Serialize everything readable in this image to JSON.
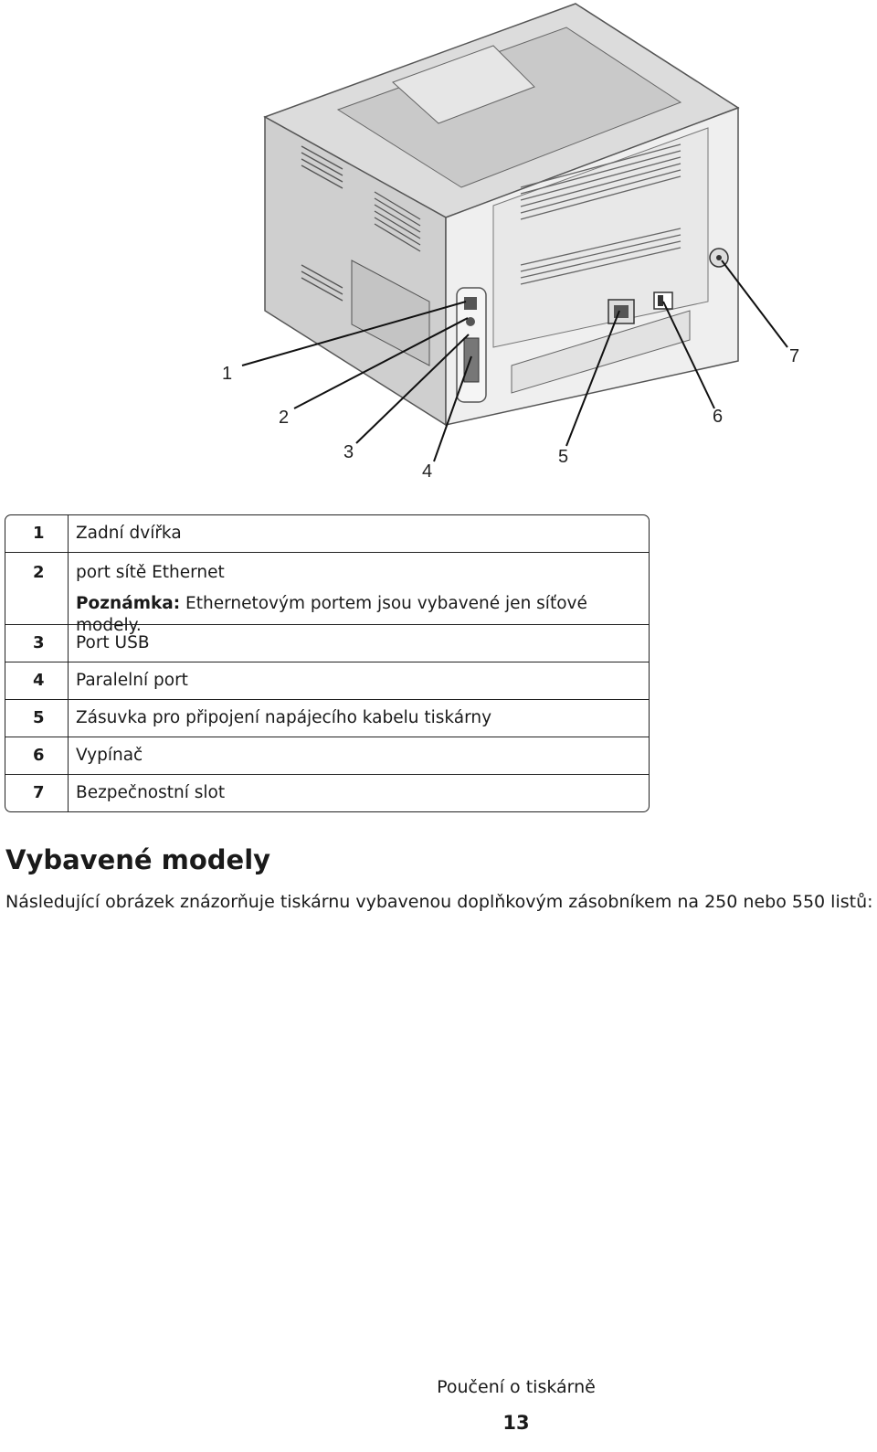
{
  "figure": {
    "callouts": [
      "1",
      "2",
      "3",
      "4",
      "5",
      "6",
      "7"
    ]
  },
  "legend": {
    "rows": [
      {
        "num": "1",
        "text": "Zadní dvířka"
      },
      {
        "num": "2",
        "text": "port sítě Ethernet",
        "note_label": "Poznámka:",
        "note_text": " Ethernetovým portem jsou vybavené jen síťové modely."
      },
      {
        "num": "3",
        "text": "Port USB"
      },
      {
        "num": "4",
        "text": "Paralelní port"
      },
      {
        "num": "5",
        "text": "Zásuvka pro připojení napájecího kabelu tiskárny"
      },
      {
        "num": "6",
        "text": "Vypínač"
      },
      {
        "num": "7",
        "text": "Bezpečnostní slot"
      }
    ]
  },
  "section": {
    "heading": "Vybavené modely",
    "paragraph": "Následující obrázek znázorňuje tiskárnu vybavenou doplňkovým zásobníkem na 250 nebo 550 listů:"
  },
  "footer": {
    "title": "Poučení o tiskárně",
    "page": "13"
  }
}
